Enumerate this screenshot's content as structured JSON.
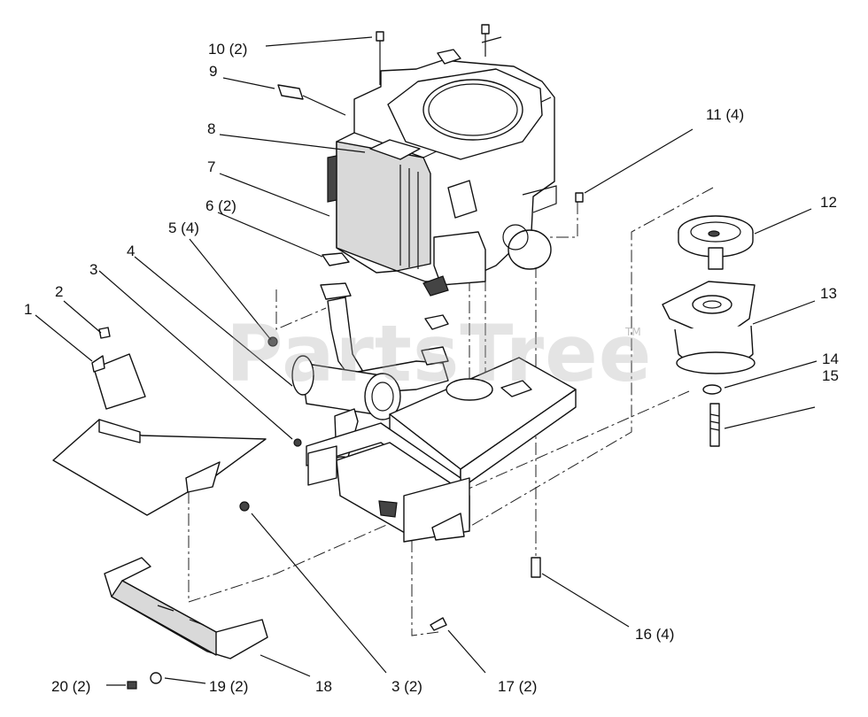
{
  "watermark": {
    "text": "PartsTree",
    "trademark": "TM"
  },
  "callouts": [
    {
      "id": "c10",
      "text": "10 (2)"
    },
    {
      "id": "c9",
      "text": "9"
    },
    {
      "id": "c8",
      "text": "8"
    },
    {
      "id": "c7",
      "text": "7"
    },
    {
      "id": "c6",
      "text": "6 (2)"
    },
    {
      "id": "c5",
      "text": "5 (4)"
    },
    {
      "id": "c4",
      "text": "4"
    },
    {
      "id": "c3a",
      "text": "3"
    },
    {
      "id": "c2",
      "text": "2"
    },
    {
      "id": "c1",
      "text": "1"
    },
    {
      "id": "c11",
      "text": "11 (4)"
    },
    {
      "id": "c12",
      "text": "12"
    },
    {
      "id": "c13",
      "text": "13"
    },
    {
      "id": "c14",
      "text": "14"
    },
    {
      "id": "c15",
      "text": "15"
    },
    {
      "id": "c16",
      "text": "16 (4)"
    },
    {
      "id": "c17",
      "text": "17 (2)"
    },
    {
      "id": "c3b",
      "text": "3 (2)"
    },
    {
      "id": "c18",
      "text": "18"
    },
    {
      "id": "c19",
      "text": "19 (2)"
    },
    {
      "id": "c20",
      "text": "20 (2)"
    }
  ]
}
